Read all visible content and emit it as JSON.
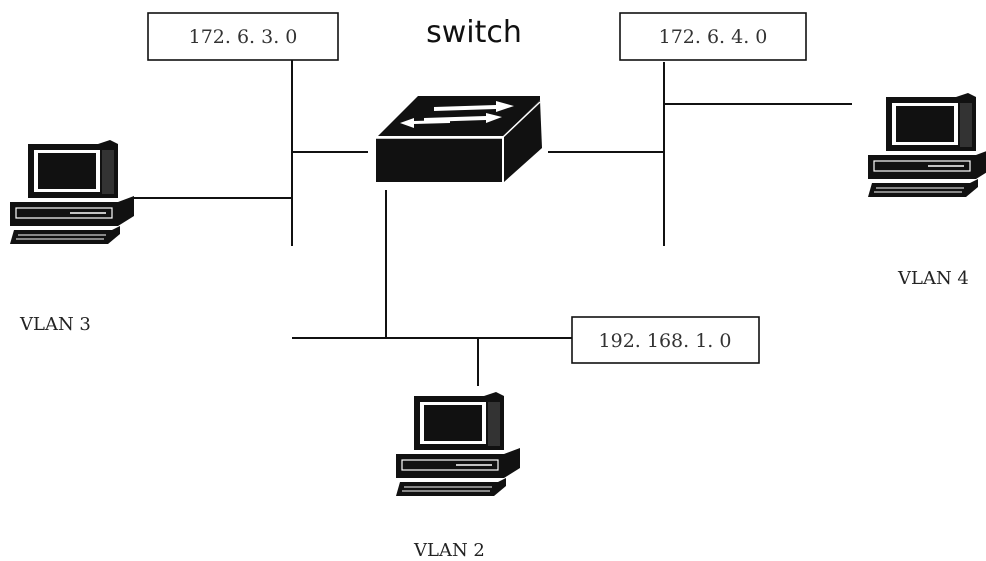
{
  "title": "switch",
  "networks": {
    "vlan3_net": "172. 6. 3. 0",
    "vlan4_net": "172. 6. 4. 0",
    "vlan2_net": "192. 168. 1. 0"
  },
  "vlans": {
    "vlan3": "VLAN 3",
    "vlan4": "VLAN 4",
    "vlan2": "VLAN 2"
  },
  "icons": {
    "switch": "network-switch-icon",
    "computer": "desktop-computer-icon"
  }
}
